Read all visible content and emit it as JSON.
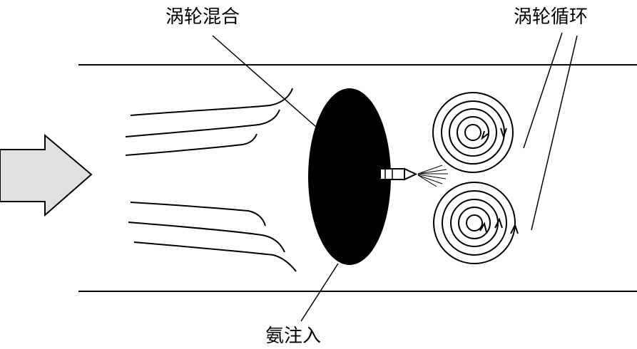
{
  "labels": {
    "turbulent_mixing": "涡轮混合",
    "vortex_circulation": "涡轮循环",
    "ammonia_injection": "氨注入"
  },
  "colors": {
    "stroke": "#000000",
    "disk": "#000000",
    "arrow_fill": "#e0e0e0",
    "background": "#ffffff"
  }
}
